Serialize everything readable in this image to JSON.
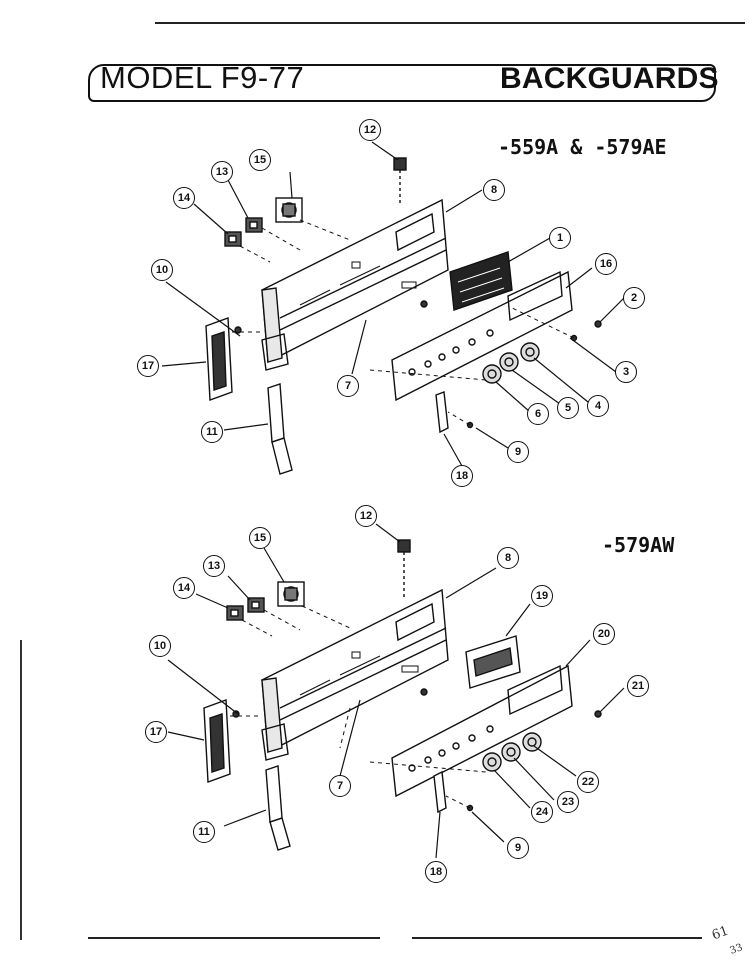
{
  "header": {
    "model_label": "MODEL F9-77",
    "section_label": "BACKGUARDS"
  },
  "diagram_top": {
    "variant_label": "-559A & -579AE",
    "callouts": [
      "1",
      "2",
      "3",
      "4",
      "5",
      "6",
      "7",
      "8",
      "9",
      "10",
      "11",
      "12",
      "13",
      "14",
      "15",
      "16",
      "17",
      "18"
    ]
  },
  "diagram_bottom": {
    "variant_label": "-579AW",
    "callouts": [
      "7",
      "8",
      "9",
      "10",
      "11",
      "12",
      "13",
      "14",
      "15",
      "17",
      "18",
      "19",
      "20",
      "21",
      "22",
      "23",
      "24"
    ]
  },
  "footer": {
    "handwriting": "61",
    "page_mark": "33"
  }
}
